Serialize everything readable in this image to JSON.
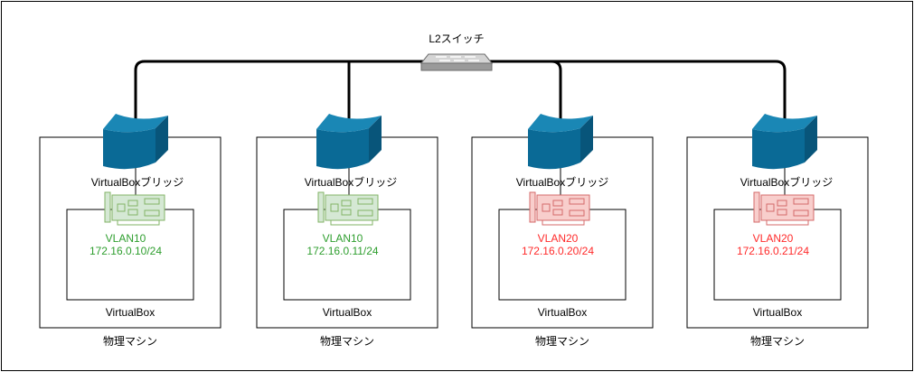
{
  "switch": {
    "label": "L2スイッチ"
  },
  "colors": {
    "green": "#2e9e2e",
    "red": "#ff2a2a",
    "bridge": "#0a6a96",
    "nic_green_fill": "#d5e8d4",
    "nic_green_stroke": "#82b366",
    "nic_red_fill": "#f8cecc",
    "nic_red_stroke": "#d46a6a"
  },
  "machines": [
    {
      "bridge_label": "VirtualBoxブリッジ",
      "vlan": "VLAN10",
      "ip": "172.16.0.10/24",
      "vbox_label": "VirtualBox",
      "host_label": "物理マシン",
      "color": "green"
    },
    {
      "bridge_label": "VirtualBoxブリッジ",
      "vlan": "VLAN10",
      "ip": "172.16.0.11/24",
      "vbox_label": "VirtualBox",
      "host_label": "物理マシン",
      "color": "green"
    },
    {
      "bridge_label": "VirtualBoxブリッジ",
      "vlan": "VLAN20",
      "ip": "172.16.0.20/24",
      "vbox_label": "VirtualBox",
      "host_label": "物理マシン",
      "color": "red"
    },
    {
      "bridge_label": "VirtualBoxブリッジ",
      "vlan": "VLAN20",
      "ip": "172.16.0.21/24",
      "vbox_label": "VirtualBox",
      "host_label": "物理マシン",
      "color": "red"
    }
  ]
}
